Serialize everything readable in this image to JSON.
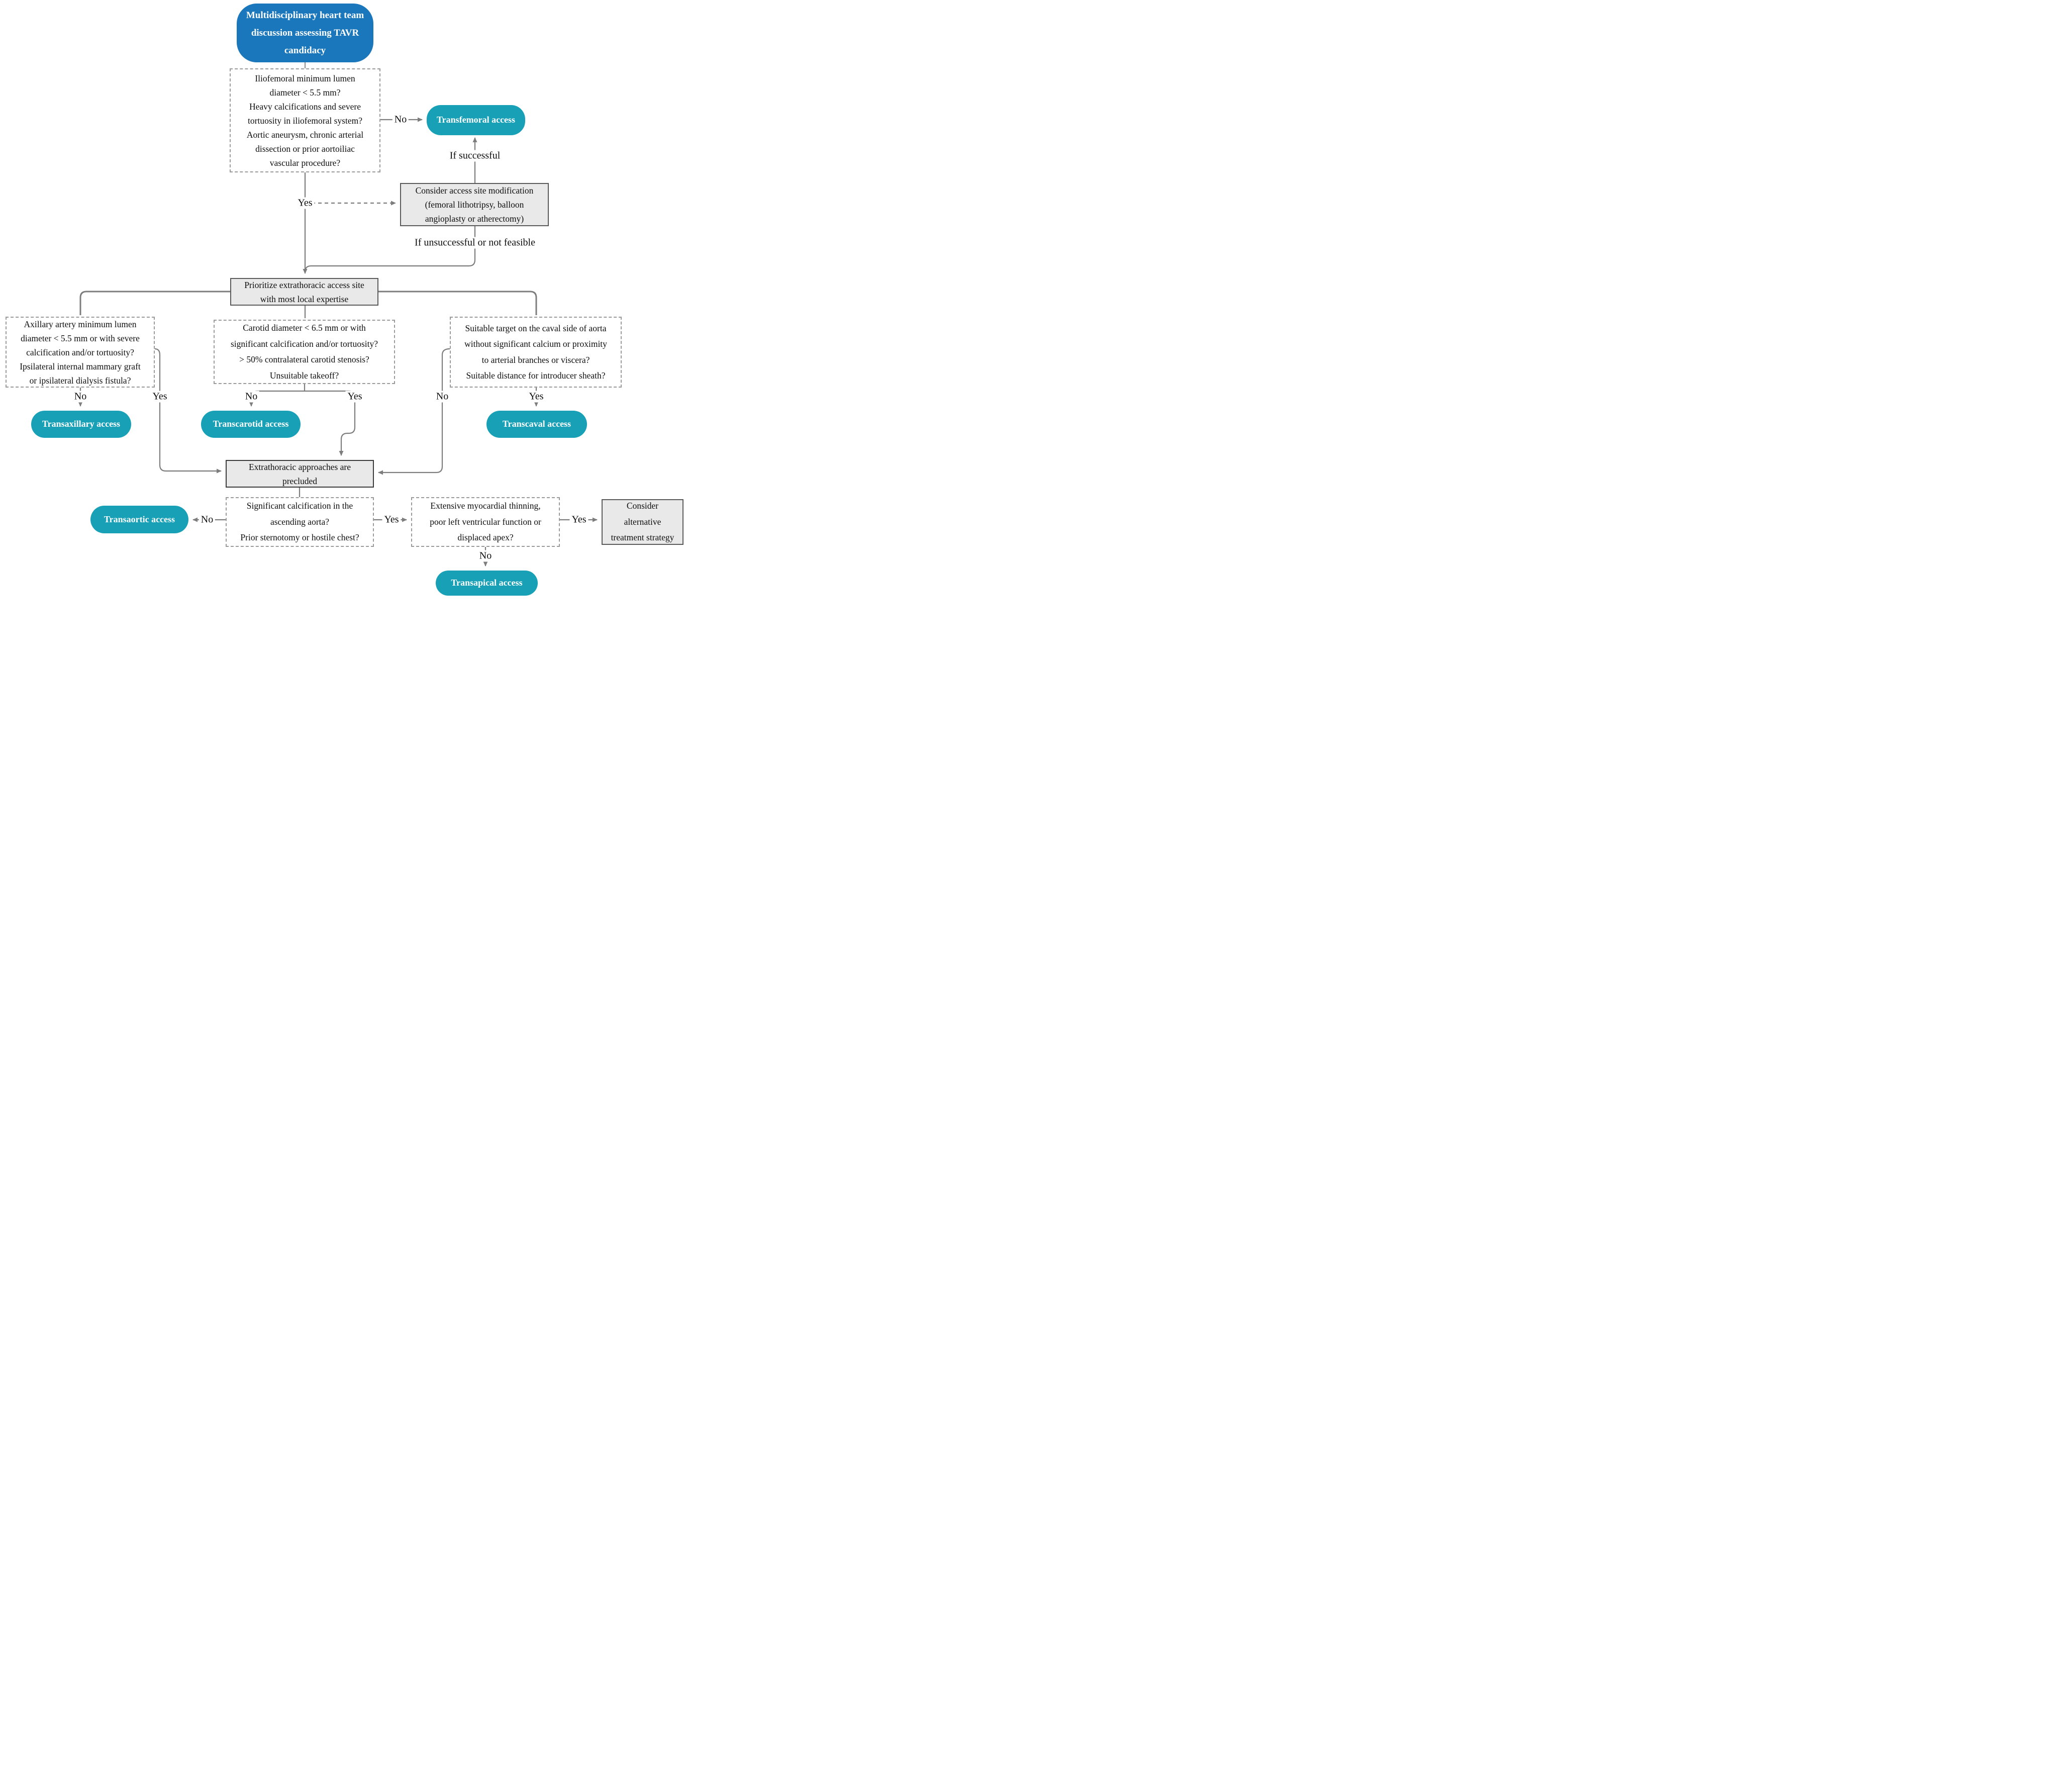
{
  "colors": {
    "start_blue": "#1b77bc",
    "access_teal": "#18a0b6",
    "process_gray": "#e9e9e9",
    "line_gray": "#7d7d7d"
  },
  "nodes": {
    "heart_team": "Multidisciplinary heart team\ndiscussion assessing TAVR\ncandidacy",
    "iliofemoral_question": "Iliofemoral minimum lumen\ndiameter < 5.5 mm?\nHeavy calcifications and severe\ntortuosity in iliofemoral system?\nAortic aneurysm, chronic arterial\ndissection or prior aortoiliac\nvascular procedure?",
    "transfemoral": "Transfemoral access",
    "access_site_modification": "Consider access site modification\n(femoral lithotripsy, balloon\nangioplasty or atherectomy)",
    "prioritize_extrathoracic": "Prioritize extrathoracic access site\nwith most local expertise",
    "axillary_question": "Axillary artery minimum lumen\ndiameter < 5.5 mm or with severe\ncalcification and/or tortuosity?\nIpsilateral internal mammary graft\nor ipsilateral dialysis fistula?",
    "transaxillary": "Transaxillary access",
    "carotid_question": "Carotid diameter < 6.5 mm or with\nsignificant calcification and/or tortuosity?\n> 50% contralateral carotid stenosis?\nUnsuitable takeoff?",
    "transcarotid": "Transcarotid access",
    "caval_question": "Suitable target on the caval side of aorta\nwithout significant calcium or proximity\nto arterial branches or viscera?\nSuitable distance for introducer sheath?",
    "transcaval": "Transcaval access",
    "extrathoracic_precluded": "Extrathoracic approaches are\nprecluded",
    "transaortic": "Transaortic access",
    "ascending_aorta_question": "Significant calcification in the\nascending aorta?\nPrior sternotomy or hostile chest?",
    "apex_question": "Extensive myocardial thinning,\npoor left ventricular function or\ndisplaced apex?",
    "alternative_strategy": "Consider\nalternative\ntreatment strategy",
    "transapical": "Transapical access"
  },
  "edge_labels": {
    "no": "No",
    "yes": "Yes",
    "if_successful": "If successful",
    "if_unsuccessful": "If unsuccessful or not feasible"
  }
}
